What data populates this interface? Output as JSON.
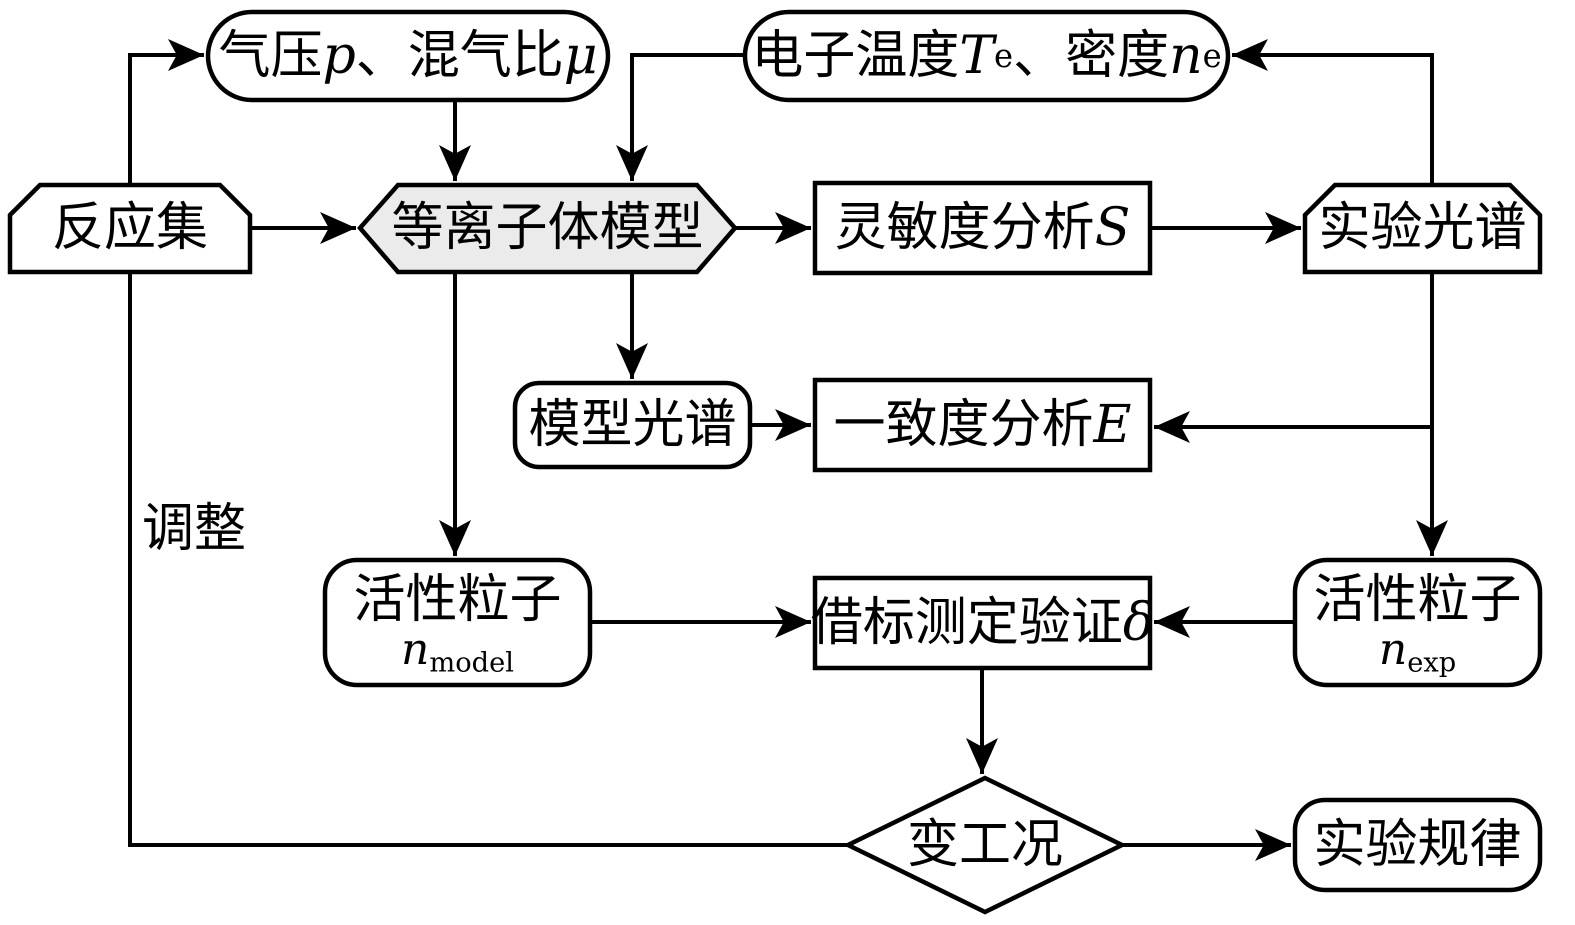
{
  "diagram": {
    "title": "plasma-model-validation-flowchart",
    "nodes": {
      "pressure": {
        "t1": "气压",
        "m1": "p",
        "t2": "、混气比",
        "m2": "μ"
      },
      "te_ne": {
        "t1": "电子温度",
        "m1": "T",
        "s1": "e",
        "t2": "、密度",
        "m2": "n",
        "s2": "e"
      },
      "reaction_set": {
        "label": "反应集"
      },
      "plasma_model": {
        "label": "等离子体模型"
      },
      "sensitivity": {
        "t1": "灵敏度分析",
        "m1": "S"
      },
      "exp_spectrum": {
        "label": "实验光谱"
      },
      "model_spectrum": {
        "label": "模型光谱"
      },
      "consistency": {
        "t1": "一致度分析",
        "m1": "E"
      },
      "n_model": {
        "t1": "活性粒子",
        "m1": "n",
        "s1": "model"
      },
      "calibration": {
        "t1": "借标测定验证",
        "m1": "δ"
      },
      "n_exp": {
        "t1": "活性粒子",
        "m1": "n",
        "s1": "exp"
      },
      "condition": {
        "label": "变工况"
      },
      "exp_law": {
        "label": "实验规律"
      }
    },
    "edge_labels": {
      "adjust": "调整"
    },
    "colors": {
      "stroke": "#000000",
      "node_fill": "#ffffff",
      "plasma_fill": "#ebebeb",
      "background": "#ffffff"
    }
  }
}
